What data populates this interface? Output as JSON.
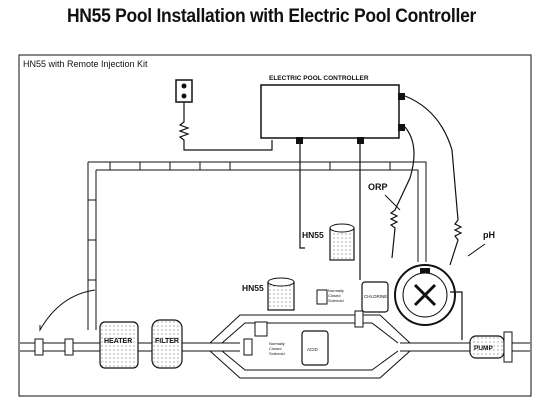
{
  "title": "HN55 Pool Installation with Electric Pool Controller",
  "frame_label": "HN55 with Remote Injection Kit",
  "controller_label": "ELECTRIC POOL CONTROLLER",
  "labels": {
    "orp": "ORP",
    "ph": "pH",
    "hn55_upper": "HN55",
    "hn55_lower": "HN55",
    "heater": "HEATER",
    "filter": "FILTER",
    "pump": "PUMP",
    "acid": "ACID",
    "chlorine": "CHLORINE",
    "solenoid_upper_1": "Normally",
    "solenoid_upper_2": "Closed",
    "solenoid_upper_3": "Solenoid",
    "solenoid_lower_1": "Normally",
    "solenoid_lower_2": "Closed",
    "solenoid_lower_3": "Solenoid"
  },
  "colors": {
    "line": "#111111",
    "background": "#ffffff"
  },
  "icons": [
    "outlet-icon",
    "valve-icon",
    "sensor-icon",
    "pump-icon"
  ]
}
